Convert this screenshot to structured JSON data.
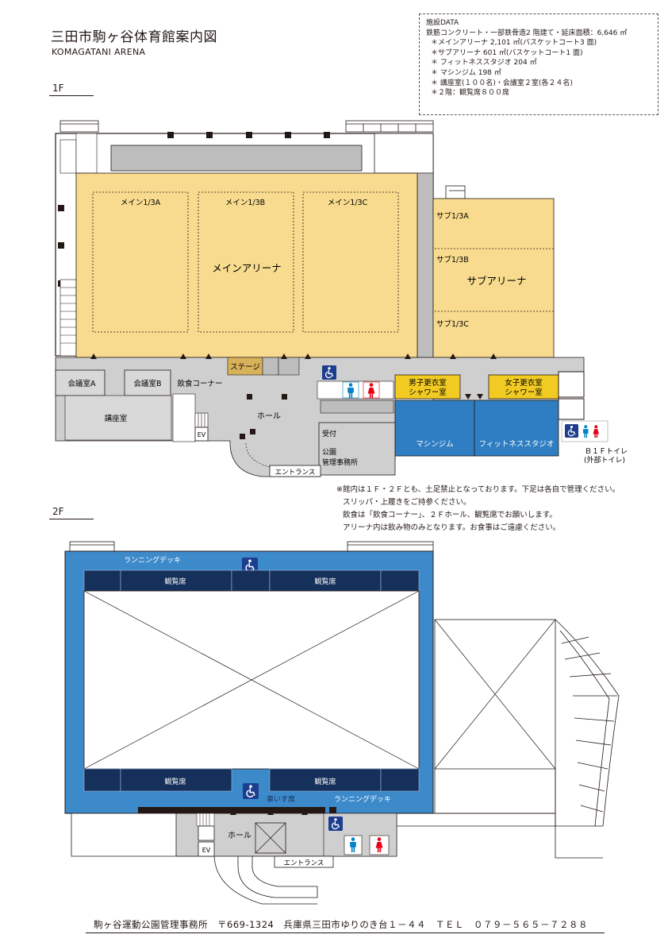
{
  "header": {
    "title": "三田市駒ヶ谷体育館案内図",
    "subtitle": "KOMAGATANI ARENA"
  },
  "facility_data": {
    "heading": "施設DATA",
    "lines": [
      "鉄筋コンクリート・一部鉄骨造2 階建て・延床面積：6,646 ㎡",
      "＊メインアリーナ 2,101 ㎡(バスケットコート3 面)",
      "＊サブアリーナ 601 ㎡(バスケットコート1 面)",
      "＊ フィットネススタジオ 204 ㎡",
      "＊ マシンジム 198 ㎡",
      "＊ 講座室(１００名)・会議室２室(各２４名)",
      "＊２階：観覧席８００席"
    ]
  },
  "floor1": {
    "label": "1F",
    "rooms": {
      "main_1_3a": "メイン1/3A",
      "main_1_3b": "メイン1/3B",
      "main_1_3c": "メイン1/3C",
      "main_arena": "メインアリーナ",
      "sub_1_3a": "サブ1/3A",
      "sub_1_3b": "サブ1/3B",
      "sub_1_3c": "サブ1/3C",
      "sub_arena": "サブアリーナ",
      "stage": "ステージ",
      "meeting_a": "会議室A",
      "meeting_b": "会議室B",
      "dining_corner": "飲食コーナー",
      "lecture_room": "講座室",
      "hall": "ホール",
      "ev": "EV",
      "reception": "受付",
      "park_office_1": "公園",
      "park_office_2": "管理事務所",
      "entrance": "エントランス",
      "mens_locker_1": "男子更衣室",
      "mens_locker_2": "シャワー室",
      "womens_locker_1": "女子更衣室",
      "womens_locker_2": "シャワー室",
      "machine_gym": "マシンジム",
      "fitness_studio": "フィットネススタジオ",
      "b1f_toilet_1": "Ｂ１Ｆトイレ",
      "b1f_toilet_2": "(外部トイレ)"
    }
  },
  "notes": [
    "※館内は１Ｆ・２Ｆとも、土足禁止となっております。下足は各自で管理ください。",
    "スリッパ・上履きをご持参ください。",
    "飲食は「飲食コーナー」、２Ｆホール、観覧席でお願いします。",
    "アリーナ内は飲み物のみとなります。お食事はご遠慮ください。"
  ],
  "floor2": {
    "label": "2F",
    "rooms": {
      "running_deck_top": "ランニングデッキ",
      "running_deck_bottom": "ランニングデッキ",
      "seats_tl": "観覧席",
      "seats_tr": "観覧席",
      "seats_bl": "観覧席",
      "seats_br": "観覧席",
      "wheelchair_seats": "車いす席",
      "hall": "ホール",
      "ev": "EV",
      "entrance": "エントランス"
    }
  },
  "footer": {
    "text": "駒ヶ谷運動公園管理事務所　〒669-1324　兵庫県三田市ゆりのき台１－４４　ＴＥＬ　０７９－５６５－７２８８"
  },
  "colors": {
    "arena_yellow": "#F8DB8E",
    "locker_yellow": "#F2CB22",
    "gym_blue": "#2F7DC2",
    "deck_blue": "#3D8ACB",
    "seat_navy": "#15305A",
    "corridor_gray": "#CFCFCF",
    "wall_gray": "#9C9C9C",
    "male_blue": "#0082C8",
    "female_red": "#E60012",
    "accessible_navy": "#1D3E8E"
  }
}
